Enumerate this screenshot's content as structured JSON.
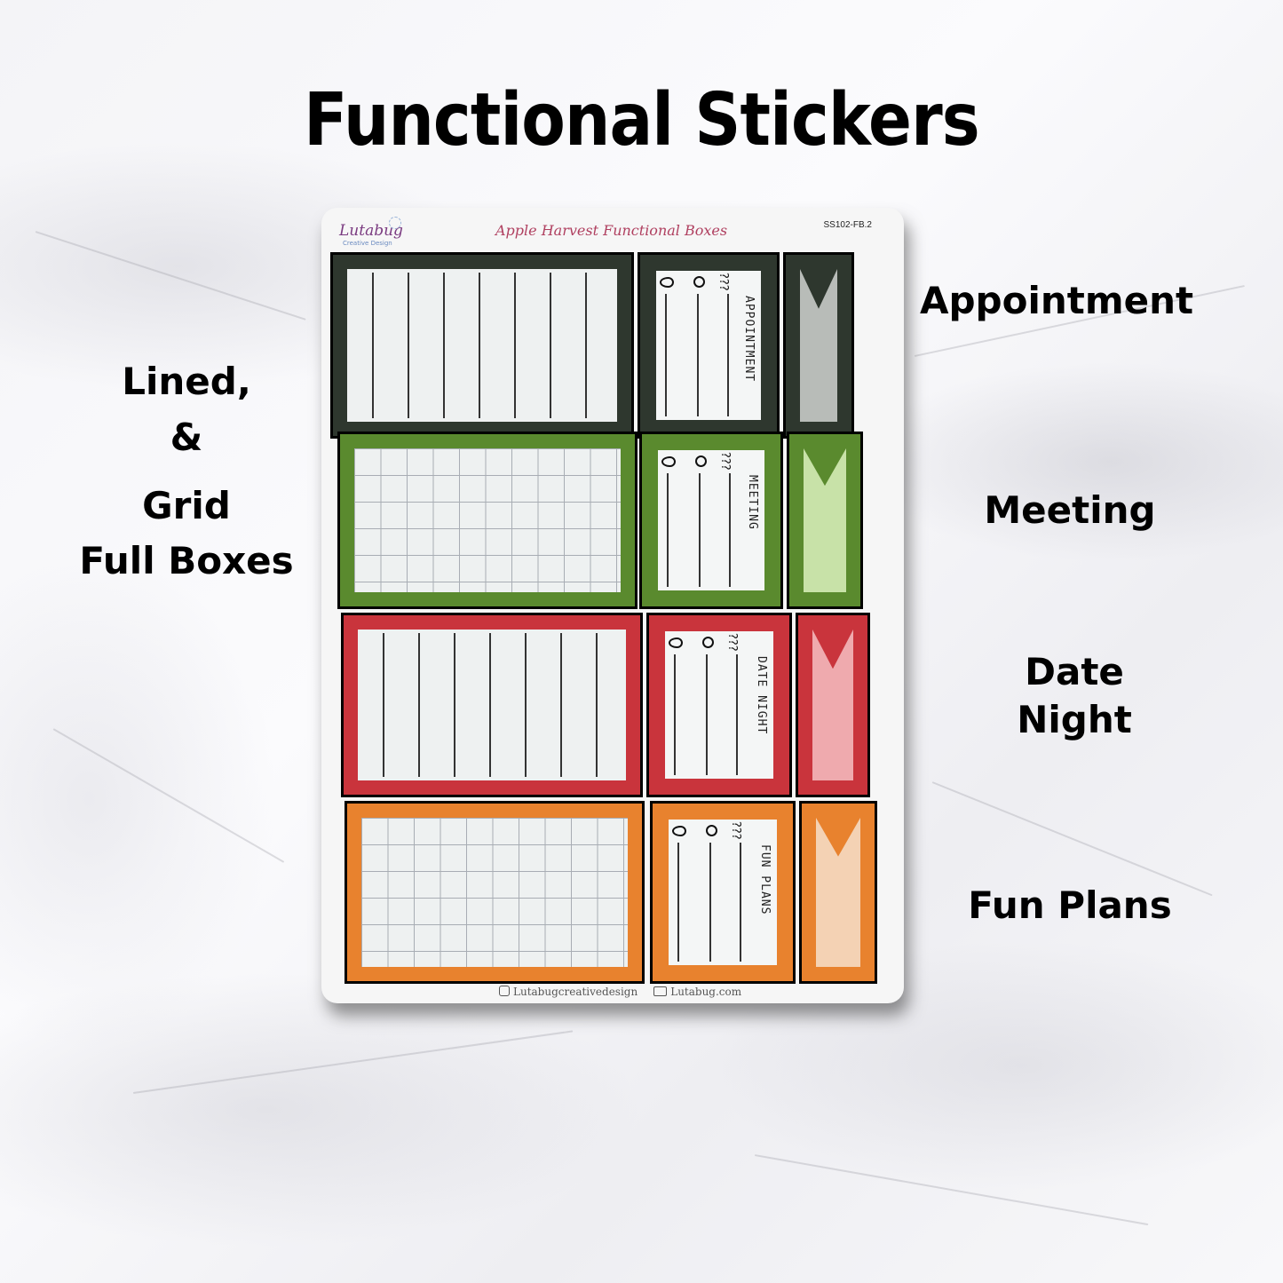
{
  "title": "Functional Stickers",
  "left_labels": [
    "Lined,",
    "&",
    "Grid",
    "Full Boxes"
  ],
  "right_labels": [
    {
      "text": "Appointment"
    },
    {
      "text": "Meeting"
    },
    {
      "text": "Date\nNight"
    },
    {
      "text": "Fun Plans"
    }
  ],
  "sheet": {
    "brand": "Lutabug",
    "brand_sub": "Creative Design",
    "sheet_title": "Apple Harvest Functional Boxes",
    "code": "SS102-FB.2",
    "footer_instagram": "Lutabugcreativedesign",
    "footer_website": "Lutabug.com",
    "rows": [
      {
        "name": "appointment",
        "style": "lined",
        "color": "#2e372e",
        "flag_fill": "#b8bcb8",
        "label": "APPOINTMENT",
        "question": "???"
      },
      {
        "name": "meeting",
        "style": "grid",
        "color": "#5a8a2e",
        "flag_fill": "#c8e2a8",
        "label": "MEETING",
        "question": "???"
      },
      {
        "name": "date-night",
        "style": "lined",
        "color": "#c9343c",
        "flag_fill": "#efaaae",
        "label": "DATE NIGHT",
        "question": "???"
      },
      {
        "name": "fun-plans",
        "style": "grid",
        "color": "#e8822e",
        "flag_fill": "#f4d2b4",
        "label": "FUN PLANS",
        "question": "???"
      }
    ]
  }
}
